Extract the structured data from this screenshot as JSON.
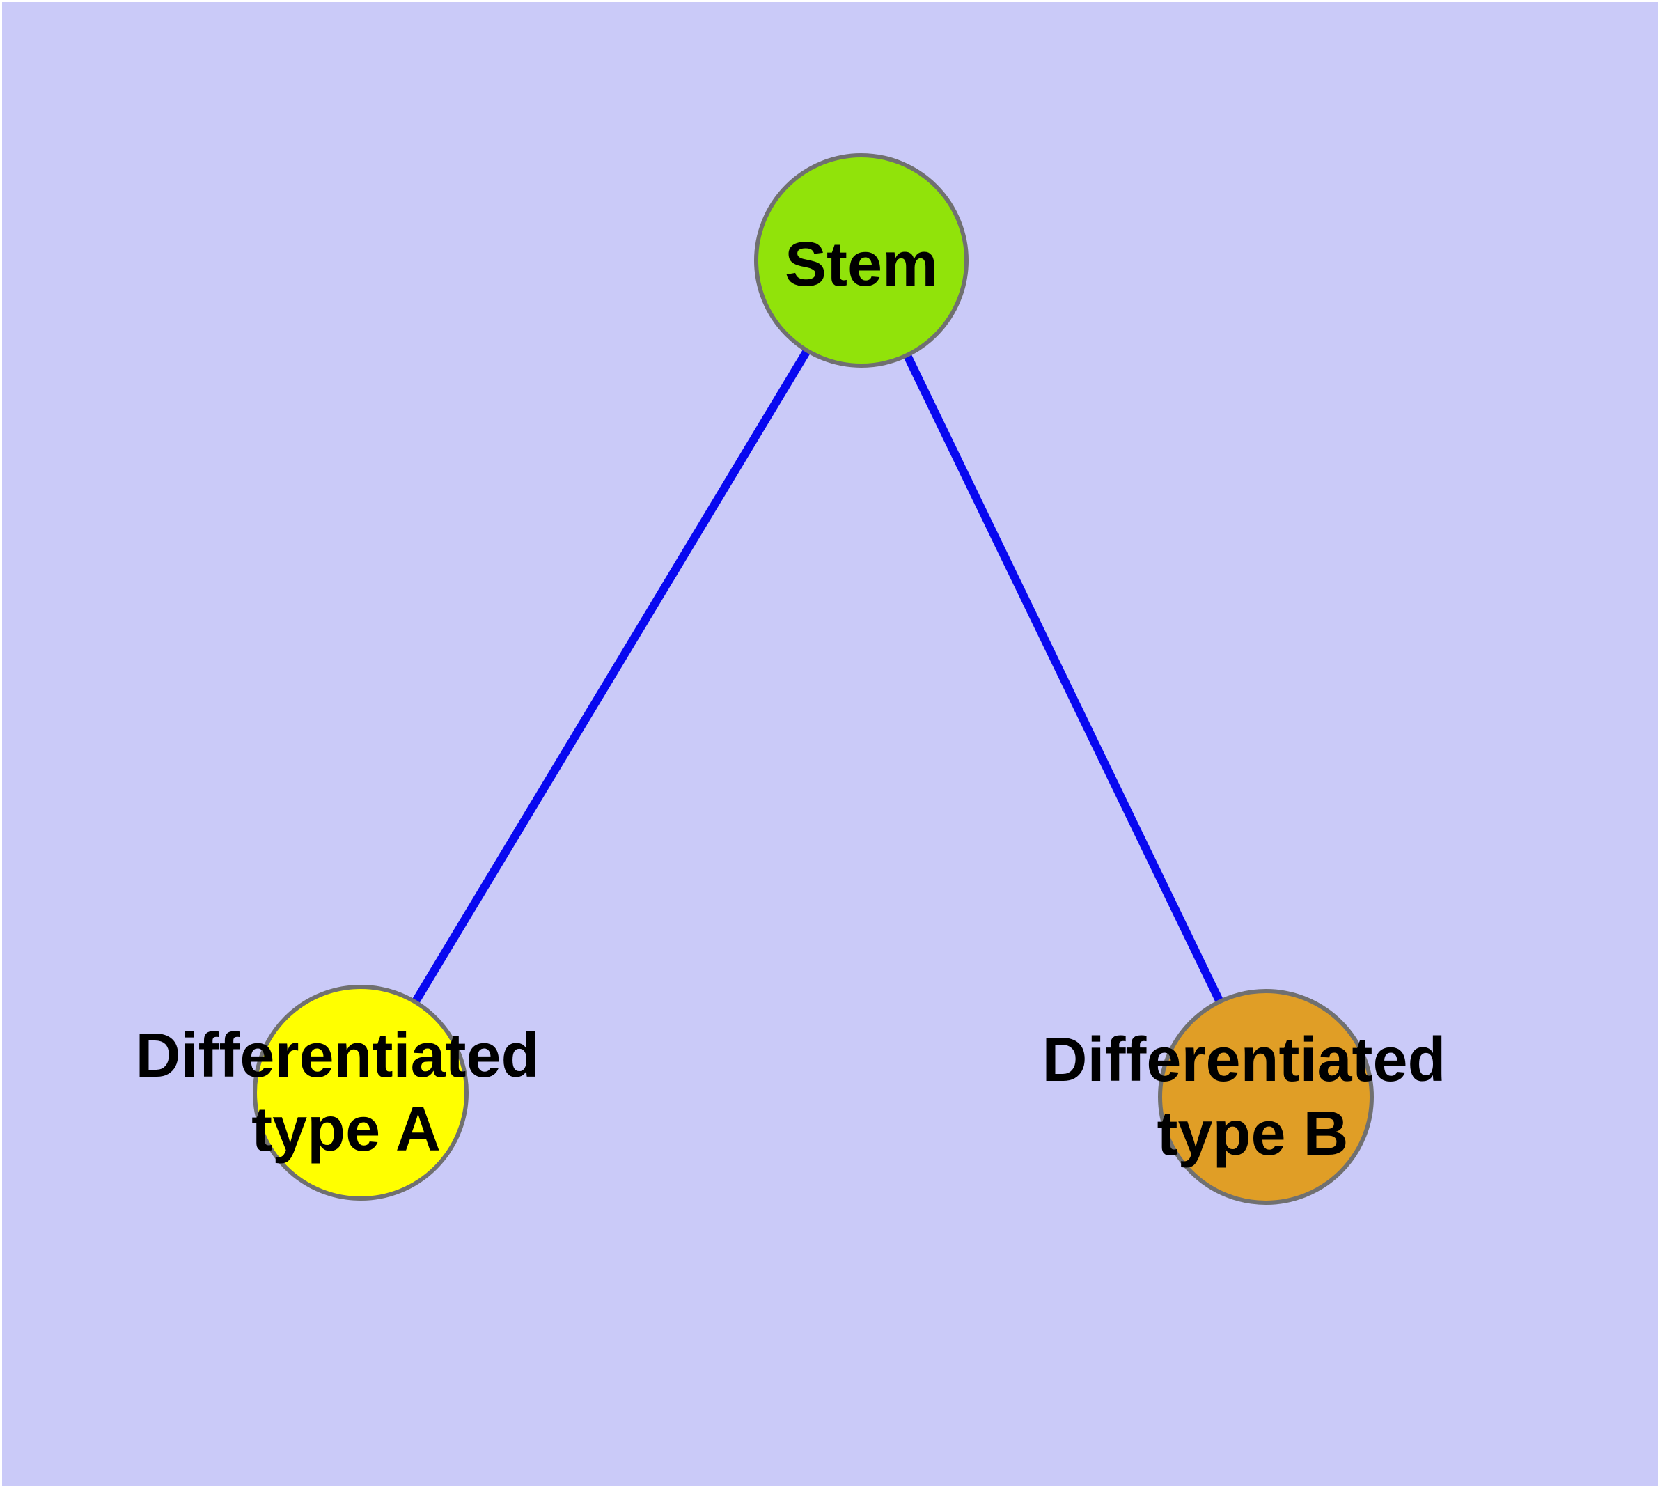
{
  "diagram": {
    "background_color": "#cacaf8",
    "frame_color": "#ffffff",
    "edge_color": "#0808f0",
    "node_border_color": "#707070",
    "label_color": "#000000",
    "nodes": [
      {
        "id": "stem",
        "label": "Stem",
        "lines": [
          "Stem"
        ],
        "fill": "#91e30a"
      },
      {
        "id": "differentiated-type-a",
        "label": "Differentiated type A",
        "lines": [
          "Differentiated",
          "type A"
        ],
        "fill": "#ffff00"
      },
      {
        "id": "differentiated-type-b",
        "label": "Differentiated type B",
        "lines": [
          "Differentiated",
          "type B"
        ],
        "fill": "#e09e26"
      }
    ],
    "edges": [
      {
        "from": "stem",
        "to": "differentiated-type-a"
      },
      {
        "from": "stem",
        "to": "differentiated-type-b"
      }
    ]
  }
}
